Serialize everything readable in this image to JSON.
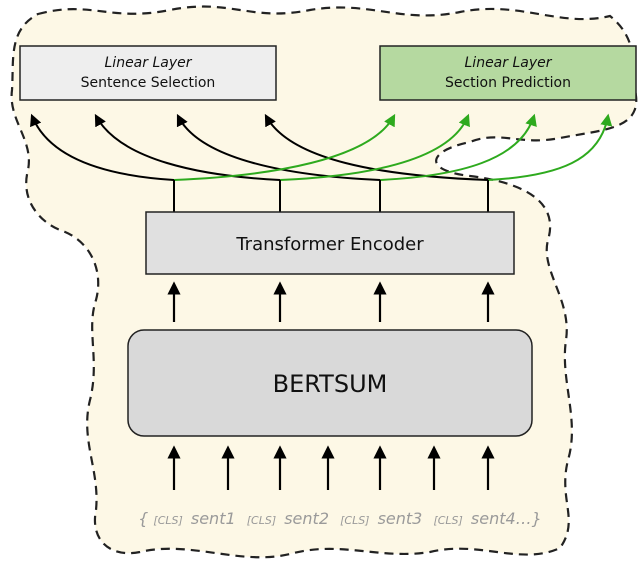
{
  "boxes": {
    "sentence_selection": {
      "title": "Linear Layer",
      "subtitle": "Sentence Selection",
      "fill": "#eeeeee"
    },
    "section_prediction": {
      "title": "Linear Layer",
      "subtitle": "Section Prediction",
      "fill": "#b5d9a0"
    },
    "transformer": {
      "label": "Transformer Encoder",
      "fill": "#e0e0e0"
    },
    "bertsum": {
      "label": "BERTSUM",
      "fill": "#d9d9d9"
    }
  },
  "input_tokens": {
    "open_brace": "{",
    "cls1": "[CLS]",
    "sent1": "sent1",
    "cls2": "[CLS]",
    "sent2": "sent2",
    "cls3": "[CLS]",
    "sent3": "sent3",
    "cls4": "[CLS]",
    "sent4": "sent4…}"
  },
  "colors": {
    "background_blob": "#fdf8e6",
    "green_arrow": "#2eaa1e",
    "black_arrow": "#000000",
    "token_text": "#9a9a9a"
  }
}
